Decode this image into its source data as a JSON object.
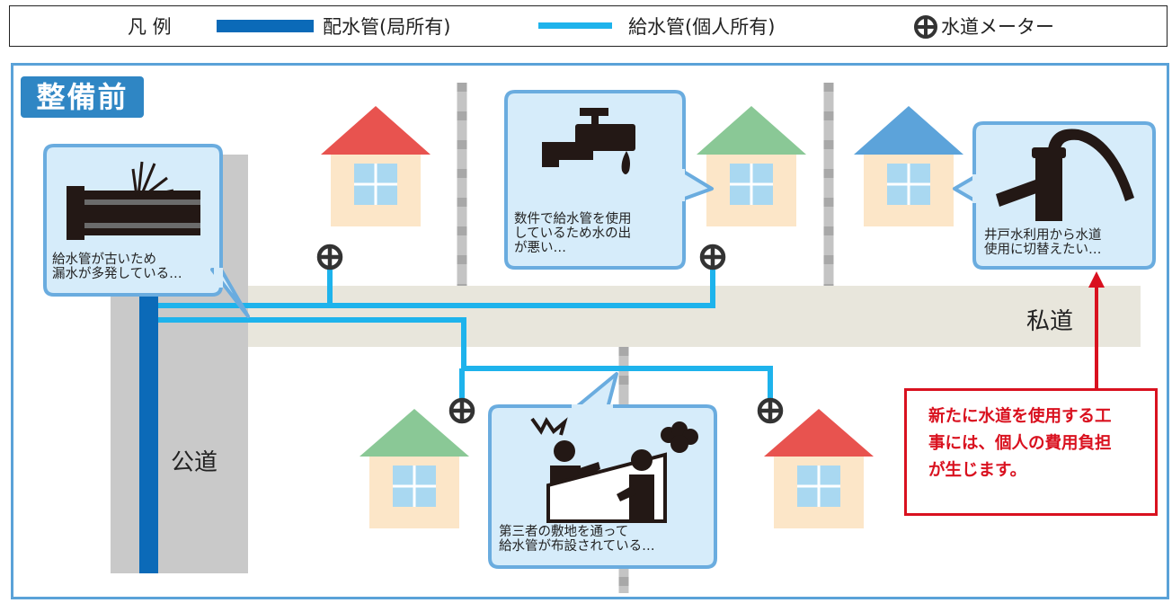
{
  "legend": {
    "title": "凡 例",
    "main_pipe": "配水管(局所有)",
    "service_pipe": "給水管(個人所有)",
    "meter": "水道メーター"
  },
  "panel": {
    "badge": "整備前",
    "public_road": "公道",
    "private_road": "私道"
  },
  "bubbles": {
    "leak": "給水管が古いため\n漏水が多発している…",
    "pressure": "数件で給水管を使用\nしているため水の出\nが悪い…",
    "trespass": "第三者の敷地を通って\n給水管が布設されている…",
    "well": "井戸水利用から水道\n使用に切替えたい…"
  },
  "note": "新たに水道を使用する工\n事には、個人の費用負担\nが生じます。",
  "colors": {
    "main_pipe": "#0b6ab8",
    "service_pipe": "#1eb3ec",
    "panel_border": "#5aa2d8",
    "bubble_fill": "#d6ecfa",
    "bubble_border": "#6aacdf",
    "note_red": "#d9111f",
    "roof_red": "#e8534f",
    "roof_green": "#8ac896",
    "roof_blue": "#5ca3da",
    "house_wall": "#fce6c8",
    "window": "#a9d8f1"
  },
  "icons": [
    "leaking-pipe-icon",
    "faucet-icon",
    "meter-icon",
    "angry-neighbors-icon",
    "hand-pump-icon",
    "house-icon"
  ]
}
